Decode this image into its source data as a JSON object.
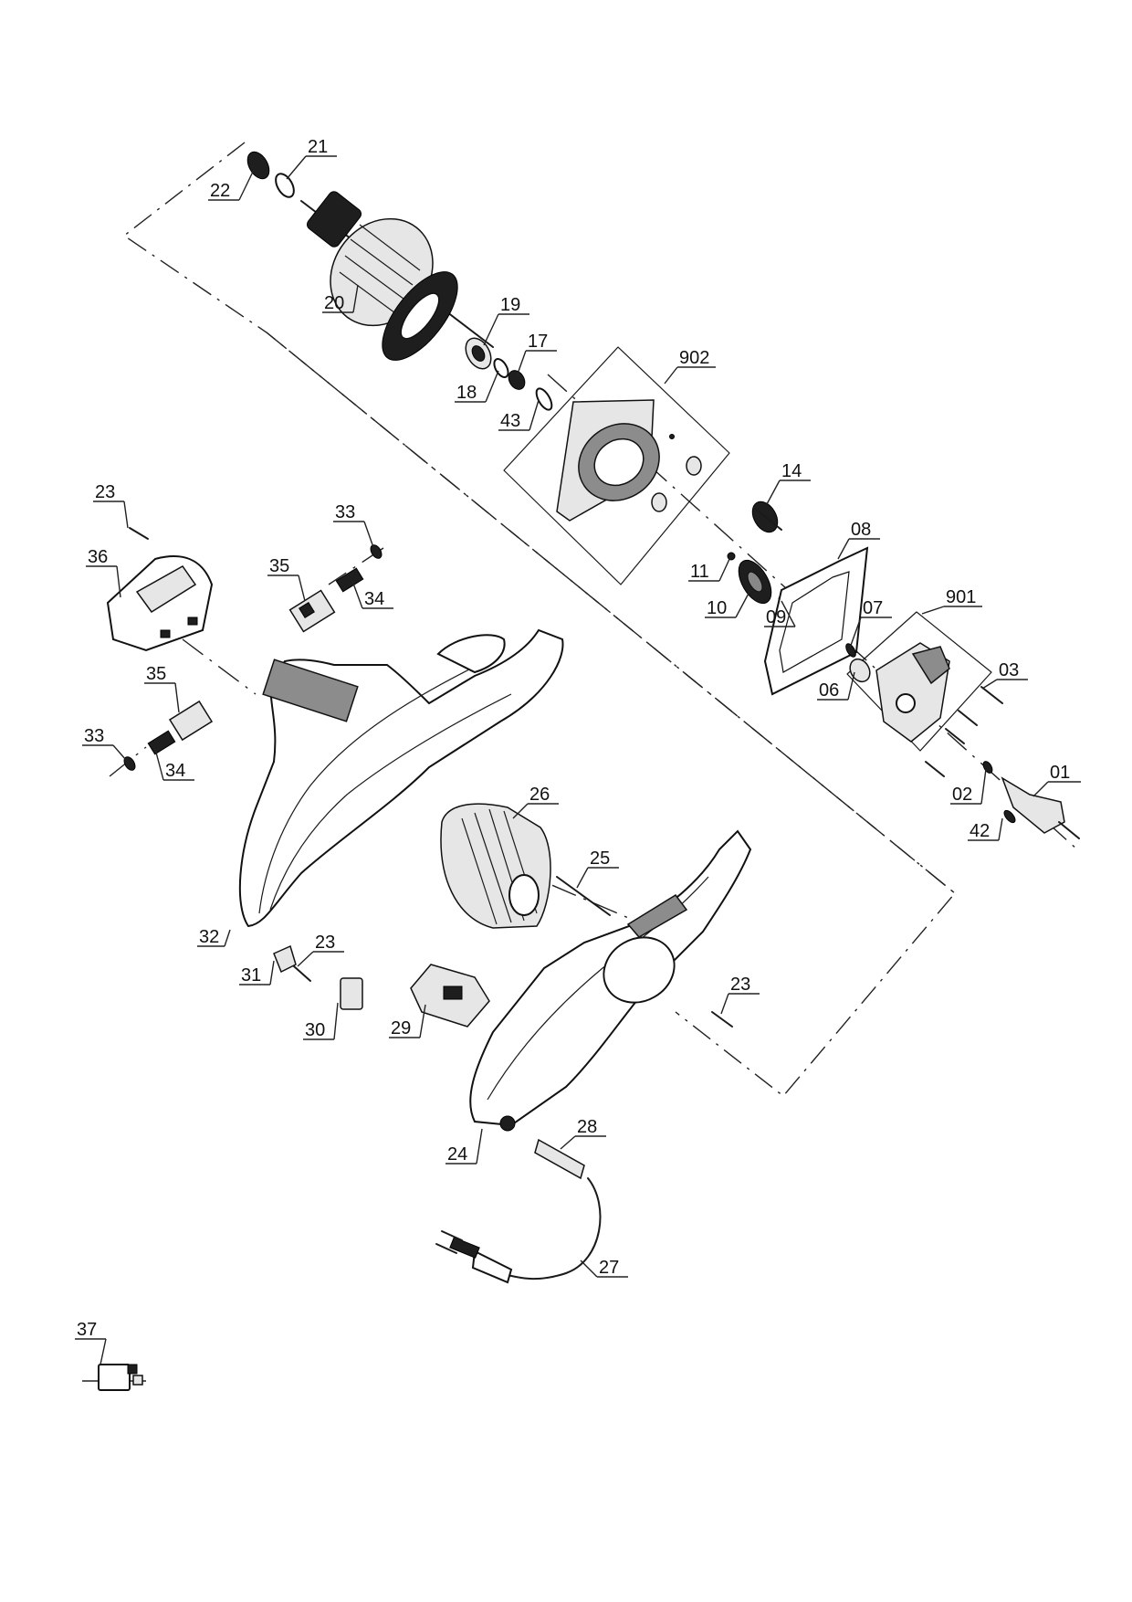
{
  "parts": [
    {
      "id": "p01",
      "number": "01"
    },
    {
      "id": "p02",
      "number": "02"
    },
    {
      "id": "p03",
      "number": "03"
    },
    {
      "id": "p06",
      "number": "06"
    },
    {
      "id": "p07",
      "number": "07"
    },
    {
      "id": "p08",
      "number": "08"
    },
    {
      "id": "p09",
      "number": "09"
    },
    {
      "id": "p10",
      "number": "10"
    },
    {
      "id": "p11",
      "number": "11"
    },
    {
      "id": "p14",
      "number": "14"
    },
    {
      "id": "p17",
      "number": "17"
    },
    {
      "id": "p18",
      "number": "18"
    },
    {
      "id": "p19",
      "number": "19"
    },
    {
      "id": "p20",
      "number": "20"
    },
    {
      "id": "p21",
      "number": "21"
    },
    {
      "id": "p22",
      "number": "22"
    },
    {
      "id": "p23a",
      "number": "23"
    },
    {
      "id": "p23b",
      "number": "23"
    },
    {
      "id": "p23c",
      "number": "23"
    },
    {
      "id": "p24",
      "number": "24"
    },
    {
      "id": "p25",
      "number": "25"
    },
    {
      "id": "p26",
      "number": "26"
    },
    {
      "id": "p27",
      "number": "27"
    },
    {
      "id": "p28",
      "number": "28"
    },
    {
      "id": "p29",
      "number": "29"
    },
    {
      "id": "p30",
      "number": "30"
    },
    {
      "id": "p31",
      "number": "31"
    },
    {
      "id": "p32",
      "number": "32"
    },
    {
      "id": "p33a",
      "number": "33"
    },
    {
      "id": "p33b",
      "number": "33"
    },
    {
      "id": "p34a",
      "number": "34"
    },
    {
      "id": "p34b",
      "number": "34"
    },
    {
      "id": "p35a",
      "number": "35"
    },
    {
      "id": "p35b",
      "number": "35"
    },
    {
      "id": "p36",
      "number": "36"
    },
    {
      "id": "p37",
      "number": "37"
    },
    {
      "id": "p42",
      "number": "42"
    },
    {
      "id": "p43",
      "number": "43"
    },
    {
      "id": "p901",
      "number": "901"
    },
    {
      "id": "p902",
      "number": "902"
    }
  ]
}
